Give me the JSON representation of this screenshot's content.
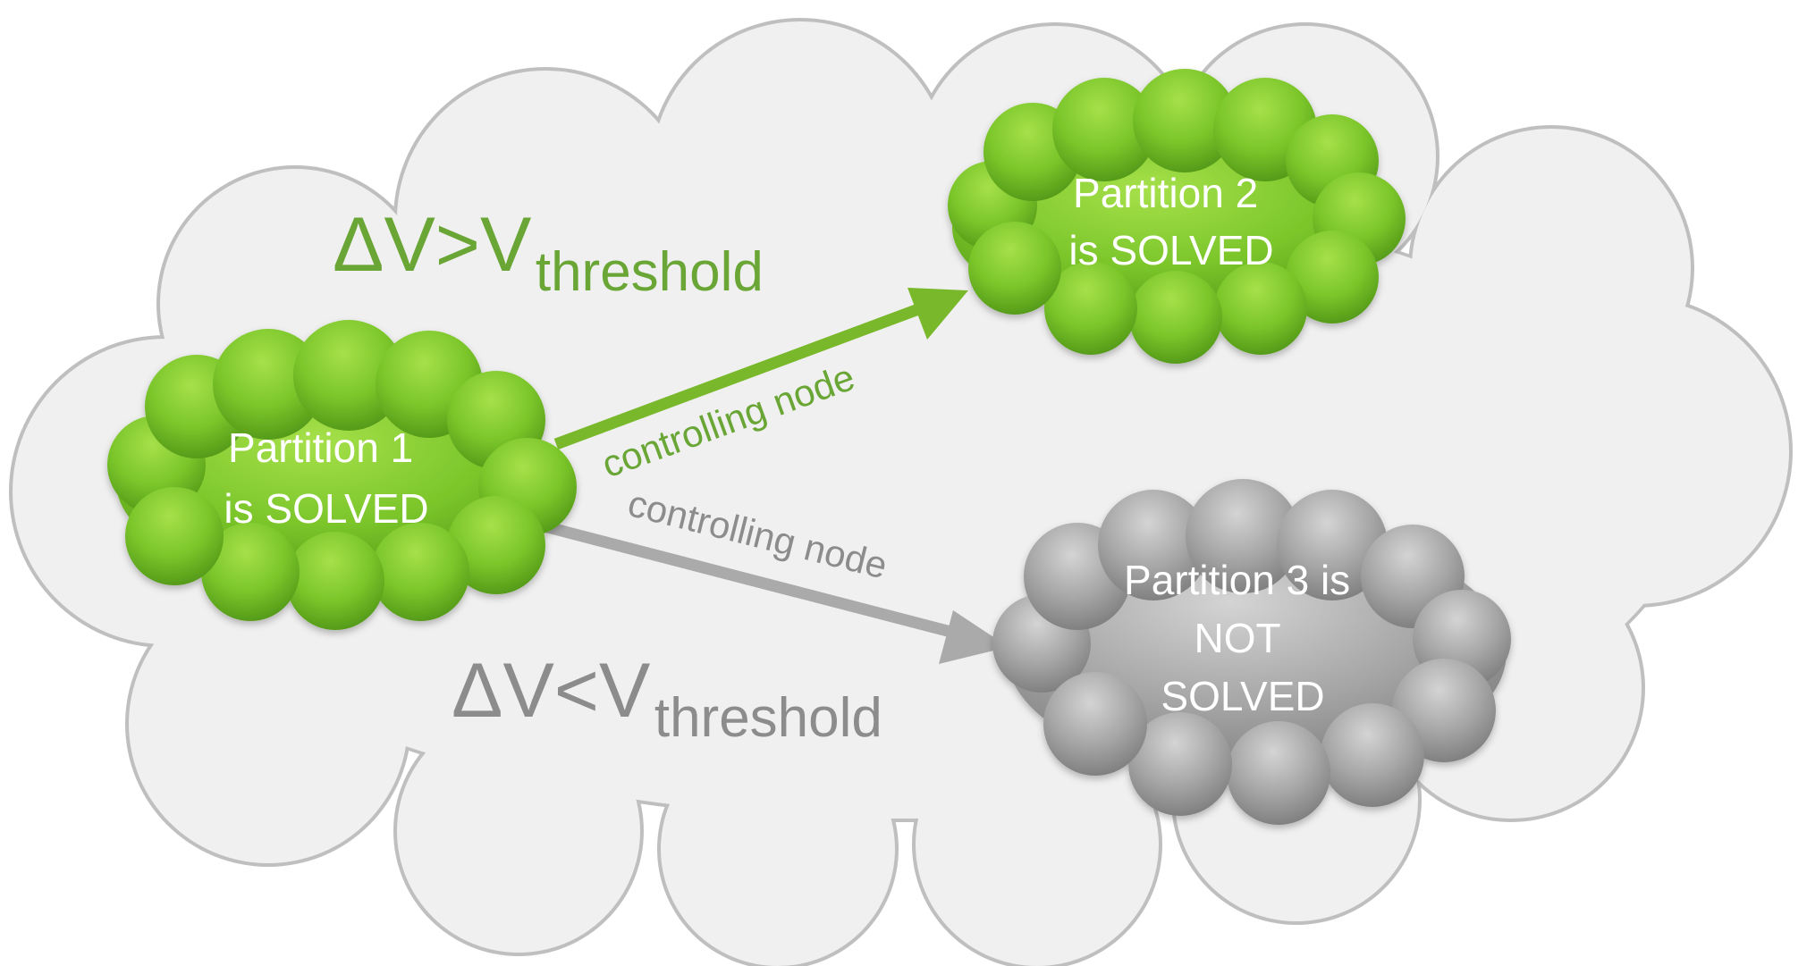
{
  "colors": {
    "big_cloud_fill": "#f0f0f0",
    "big_cloud_stroke": "#bfbfbf",
    "green_cloud": "#7ac52a",
    "green_cloud_light": "#a6e04a",
    "grey_cloud": "#9a9a9a",
    "grey_cloud_light": "#cfcfcf",
    "green_arrow": "#7ab82b",
    "grey_arrow": "#aaaaaa",
    "green_text": "#6aa636",
    "grey_text": "#8c8c8c"
  },
  "partitions": [
    {
      "lines": [
        "Partition 1",
        "is SOLVED"
      ],
      "state": "solved"
    },
    {
      "lines": [
        "Partition 2",
        "is SOLVED"
      ],
      "state": "solved"
    },
    {
      "lines": [
        "Partition 3 is",
        "NOT",
        "SOLVED"
      ],
      "state": "not-solved"
    }
  ],
  "arrows": {
    "to_partition_2": {
      "label": "controlling node"
    },
    "to_partition_3": {
      "label": "controlling node"
    }
  },
  "conditions": {
    "above": {
      "main": "ΔV>V",
      "sub": "threshold"
    },
    "below": {
      "main": "ΔV<V",
      "sub": "threshold"
    }
  }
}
